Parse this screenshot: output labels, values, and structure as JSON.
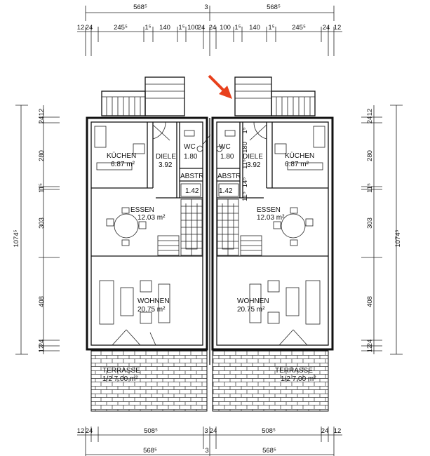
{
  "dims_top": {
    "outer_left": "568⁵",
    "outer_mid": "3",
    "outer_right": "568⁵",
    "inner_left": [
      "12",
      "24",
      "245⁵",
      "1⁵",
      "140",
      "1⁵",
      "100",
      "24",
      "24",
      "100",
      "1⁵",
      "140",
      "1⁵",
      "245⁵",
      "24",
      "12"
    ]
  },
  "dims_bottom": {
    "inner": [
      "12",
      "24",
      "508⁵",
      "3",
      "24",
      "508⁵",
      "24",
      "12"
    ],
    "outer": [
      "568⁵",
      "3",
      "568⁵"
    ]
  },
  "dims_side": {
    "total": "1074⁵",
    "segments": [
      "12",
      "24",
      "280",
      "11⁵",
      "303",
      "408",
      "24",
      "12"
    ]
  },
  "dims_inner_right": [
    "1⁵",
    "180",
    "11⁵",
    "14⁵",
    "11⁵"
  ],
  "rooms_left": {
    "kitchen": {
      "name": "KÜCHEN",
      "area": "6.87 m²"
    },
    "hall": {
      "name": "DIELE",
      "area": "3.92"
    },
    "wc": {
      "name": "WC",
      "area": "1.80"
    },
    "storage": {
      "name": "ABSTR",
      "area": "1.42"
    },
    "dining": {
      "name": "ESSEN",
      "area": "12.03 m²"
    },
    "living": {
      "name": "WOHNEN",
      "area": "20.75 m²"
    },
    "terrace": {
      "name": "TERRASSE",
      "area": "1/2 7.00 m²"
    }
  },
  "rooms_right": {
    "kitchen": {
      "name": "KÜCHEN",
      "area": "6.87 m²"
    },
    "hall": {
      "name": "DIELE",
      "area": "3.92"
    },
    "wc": {
      "name": "WC",
      "area": "1.80"
    },
    "storage": {
      "name": "ABSTR",
      "area": "1.42"
    },
    "dining": {
      "name": "ESSEN",
      "area": "12.03 m²"
    },
    "living": {
      "name": "WOHNEN",
      "area": "20.75 m²"
    },
    "terrace": {
      "name": "TERRASSE",
      "area": "1/2 7.00 m²"
    }
  },
  "arrow_color": "#e8401c"
}
